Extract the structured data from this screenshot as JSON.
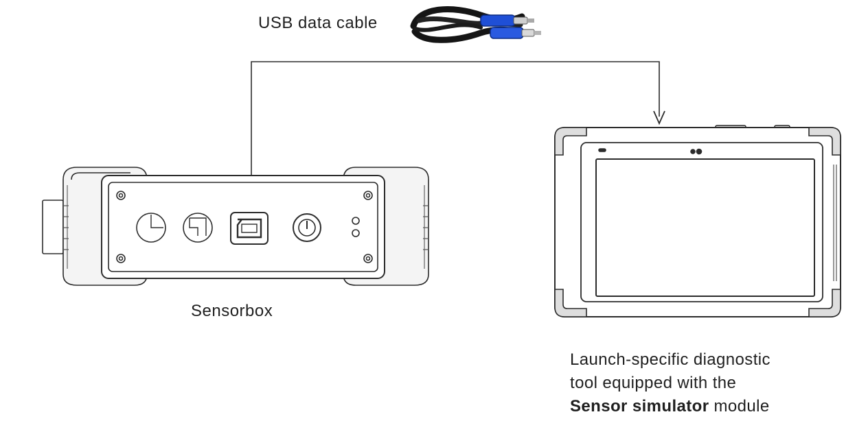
{
  "cable": {
    "label": "USB data cable",
    "icon": "usb-cable-icon",
    "colors": {
      "cable": "#151515",
      "connector": "#1f4fd6"
    }
  },
  "sensorbox": {
    "label": "Sensorbox",
    "icon": "sensorbox-device-icon"
  },
  "tool": {
    "icon": "diagnostic-tablet-icon",
    "caption_line1": "Launch-specific diagnostic",
    "caption_line2": "tool equipped with the",
    "caption_bold": "Sensor simulator",
    "caption_tail": " module"
  },
  "colors": {
    "line": "#2b2b2b",
    "device_fill": "#ffffff",
    "device_shade": "#e6e6e6",
    "text": "#1f1f1f"
  }
}
